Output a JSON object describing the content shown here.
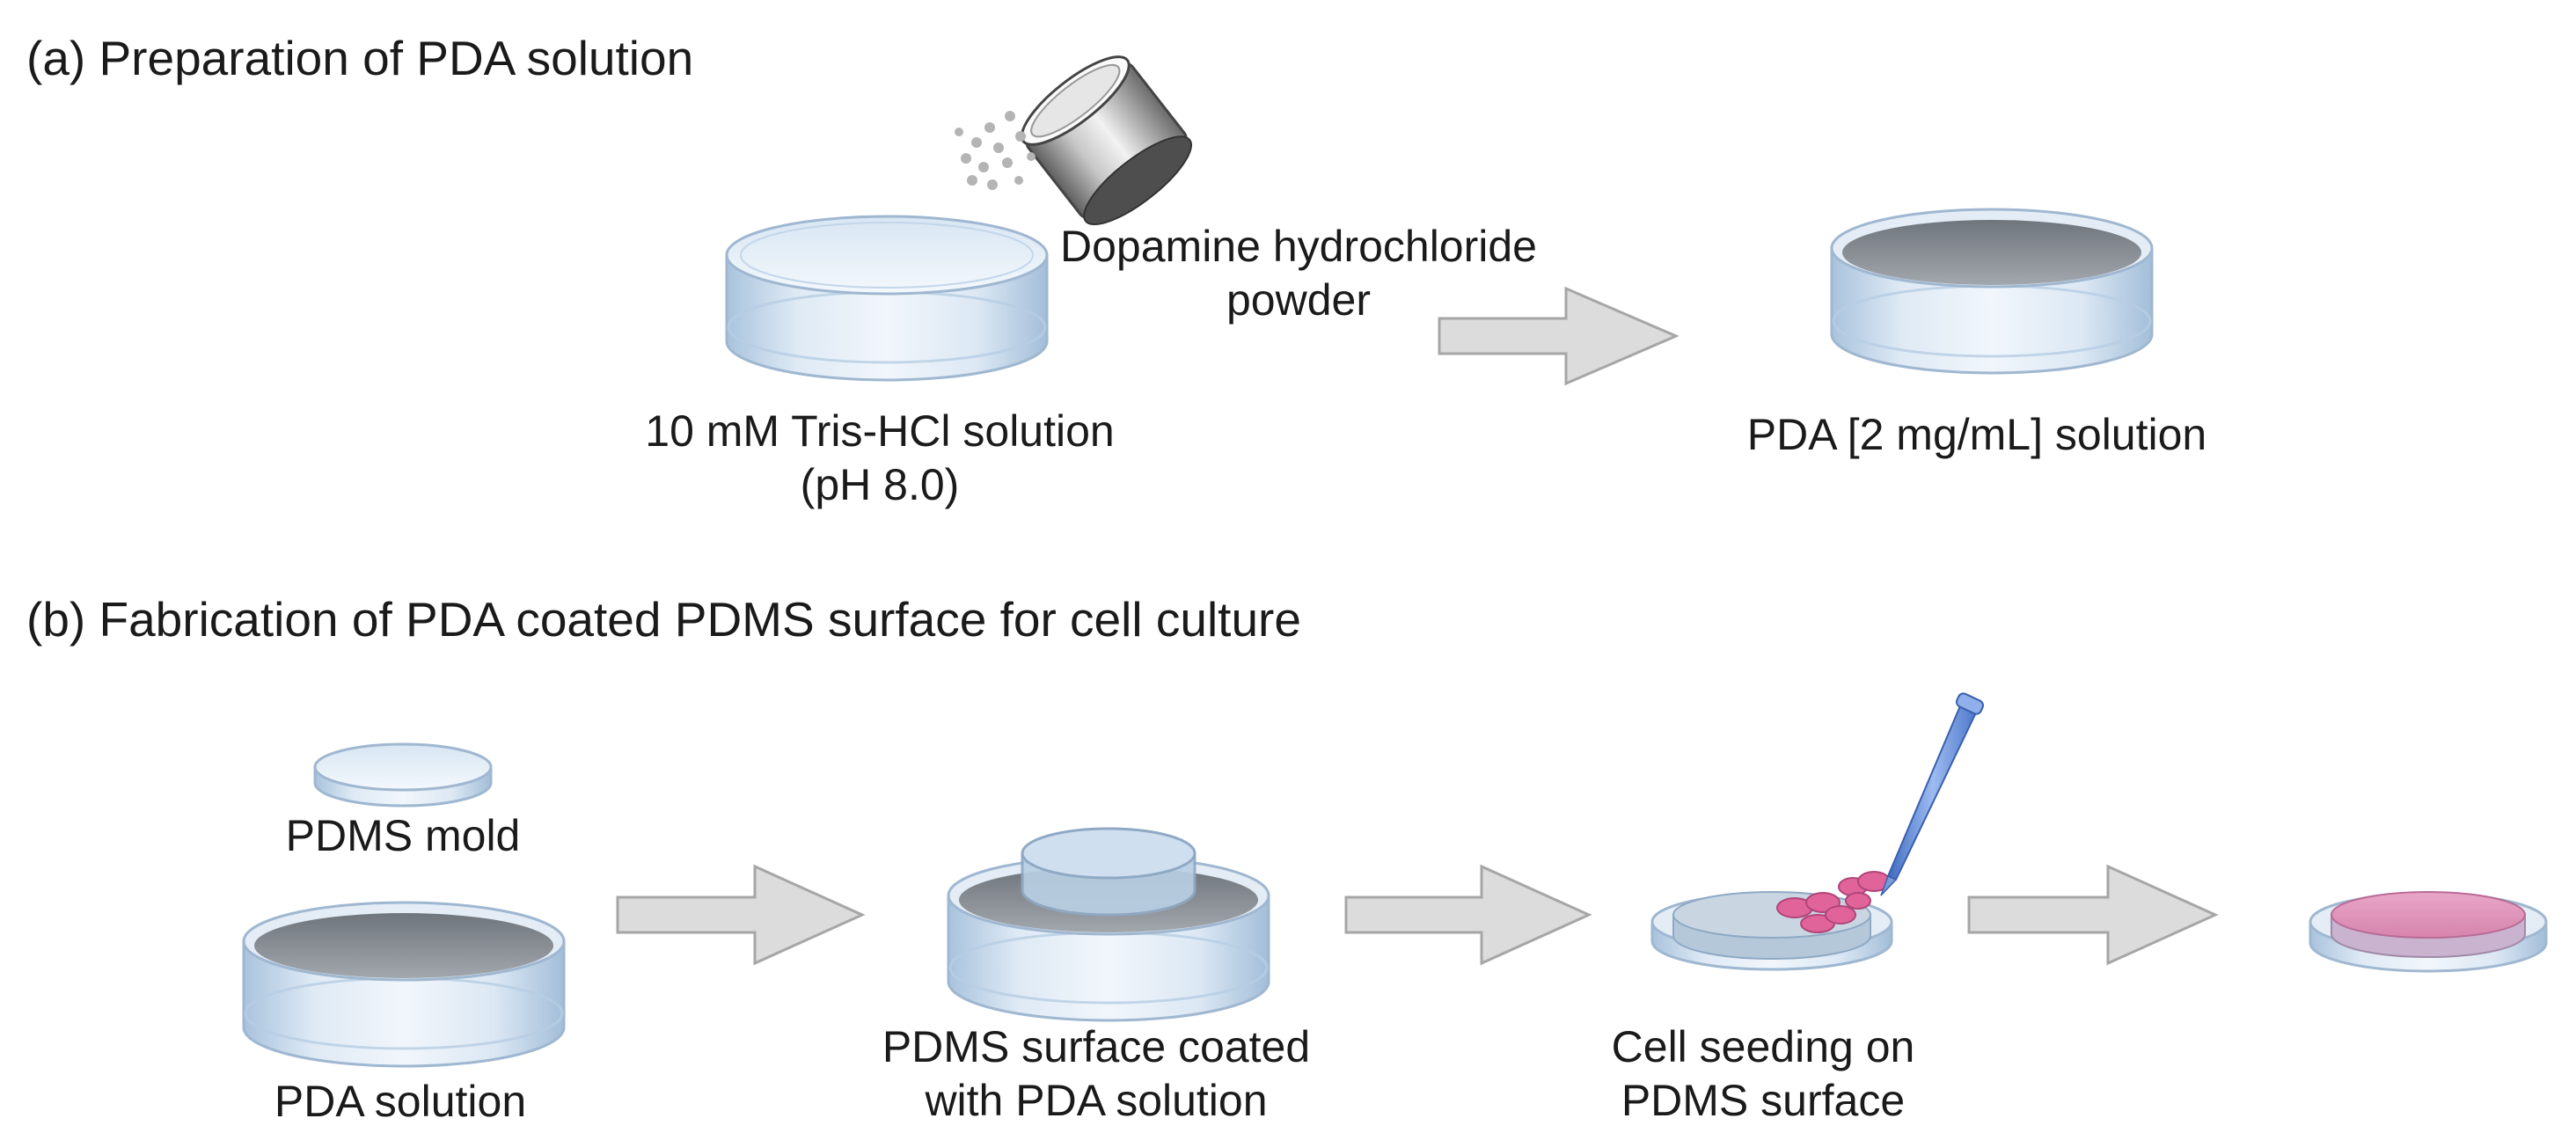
{
  "section_a": {
    "title": "(a) Preparation of PDA solution",
    "powder_label": [
      "Dopamine hydrochloride",
      "powder"
    ],
    "tris_label": [
      "10 mM Tris-HCl solution",
      "(pH 8.0)"
    ],
    "pda_label": "PDA [2 mg/mL] solution"
  },
  "section_b": {
    "title": "(b) Fabrication of PDA coated PDMS surface for cell culture",
    "mold_label": "PDMS mold",
    "pda_solution_label": "PDA solution",
    "coated_label": [
      "PDMS surface coated",
      "with PDA solution"
    ],
    "seeding_label": [
      "Cell seeding on",
      "PDMS surface"
    ]
  },
  "colors": {
    "dish_glass": "#c9dcef",
    "pda_liquid": "#8e949b",
    "arrow_fill": "#dcdcdc",
    "arrow_stroke": "#a6a6a6",
    "cells": "#e0649a",
    "pipette": "#5e86d0"
  }
}
